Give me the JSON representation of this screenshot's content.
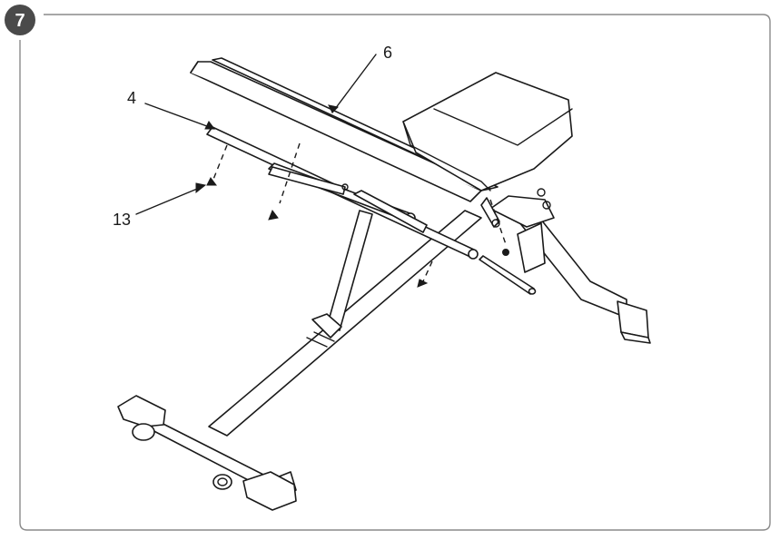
{
  "step": {
    "number": "7"
  },
  "callouts": [
    {
      "label": "6"
    },
    {
      "label": "4"
    },
    {
      "label": "13"
    }
  ],
  "colors": {
    "ink": "#1a1a1a",
    "badge": "#4a4a4a",
    "frame": "#8a8a8a"
  },
  "icons": {
    "pointer": "arrowhead-icon"
  }
}
